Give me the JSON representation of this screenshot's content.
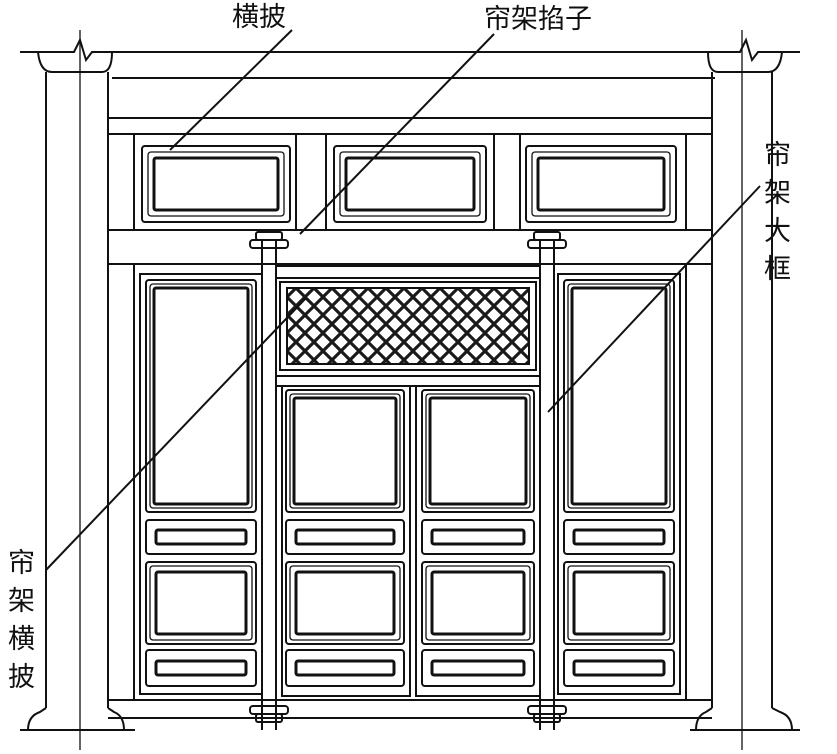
{
  "labels": {
    "transom_top": "横披",
    "curtain_rail": "帘架掐子",
    "curtain_main_frame": [
      "帘",
      "架",
      "大",
      "框"
    ],
    "curtain_transom": [
      "帘",
      "架",
      "横",
      "披"
    ]
  },
  "colors": {
    "ink": "#111111",
    "paper": "#ffffff",
    "lattice_dark": "#1a1a1a"
  }
}
